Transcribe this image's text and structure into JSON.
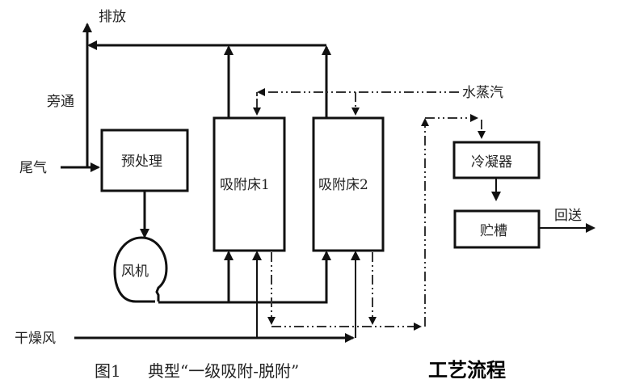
{
  "labels": {
    "exhaust": "排放",
    "bypass": "旁通",
    "tail_gas": "尾气",
    "pretreatment": "预处理",
    "fan": "风机",
    "bed1": "吸附床1",
    "bed2": "吸附床2",
    "steam": "水蒸汽",
    "condenser": "冷凝器",
    "tank": "贮槽",
    "return": "回送",
    "dry_air": "干燥风"
  },
  "caption": {
    "figure": "图1",
    "title": "典型“一级吸附-脱附”",
    "title_bold": "工艺流程"
  },
  "colors": {
    "line": "#111111",
    "background": "#ffffff"
  }
}
